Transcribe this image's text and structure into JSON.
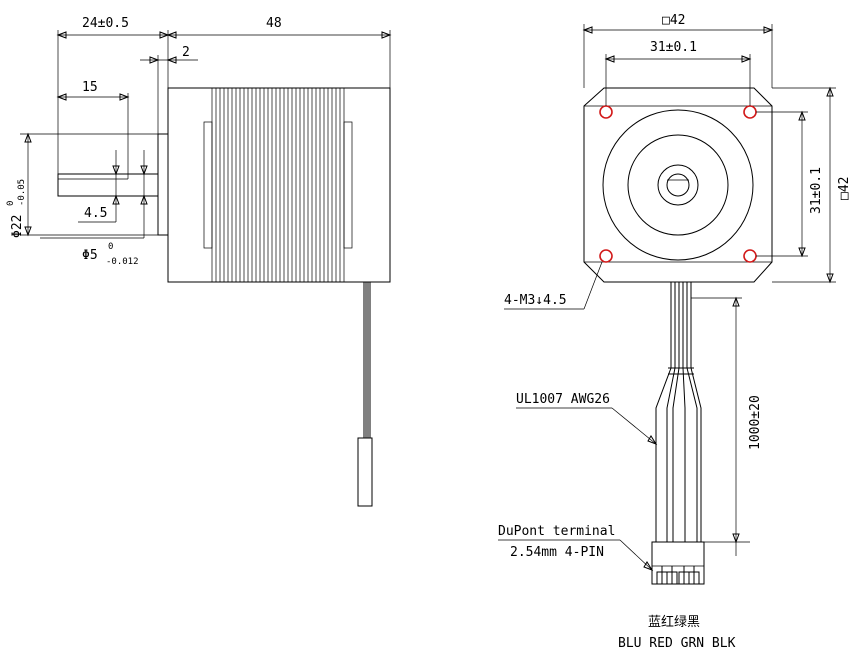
{
  "side_view": {
    "dim_length": "48",
    "dim_shaft_length": "24±0.5",
    "dim_boss_height": "2",
    "dim_flat_length": "15",
    "dim_flat_depth": "4.5",
    "dim_boss_dia": "Φ22",
    "dim_boss_tol_upper": "0",
    "dim_boss_tol_lower": "-0.05",
    "dim_shaft_dia": "Φ5",
    "dim_shaft_tol_upper": "0",
    "dim_shaft_tol_lower": "-0.012"
  },
  "front_view": {
    "dim_frame_width": "□42",
    "dim_frame_height": "□42",
    "dim_hole_spacing_h": "31±0.1",
    "dim_hole_spacing_v": "31±0.1",
    "dim_mount_holes": "4-M3↓4.5",
    "dim_cable_length": "1000±20",
    "cable_spec": "UL1007 AWG26",
    "connector_line1": "DuPont terminal",
    "connector_line2": "2.54mm 4-PIN",
    "wire_colors_cn": "蓝红绿黑",
    "wire_colors_en": "BLU RED GRN BLK"
  },
  "colors": {
    "line": "#000000",
    "mount_hole": "#d21a1a"
  }
}
